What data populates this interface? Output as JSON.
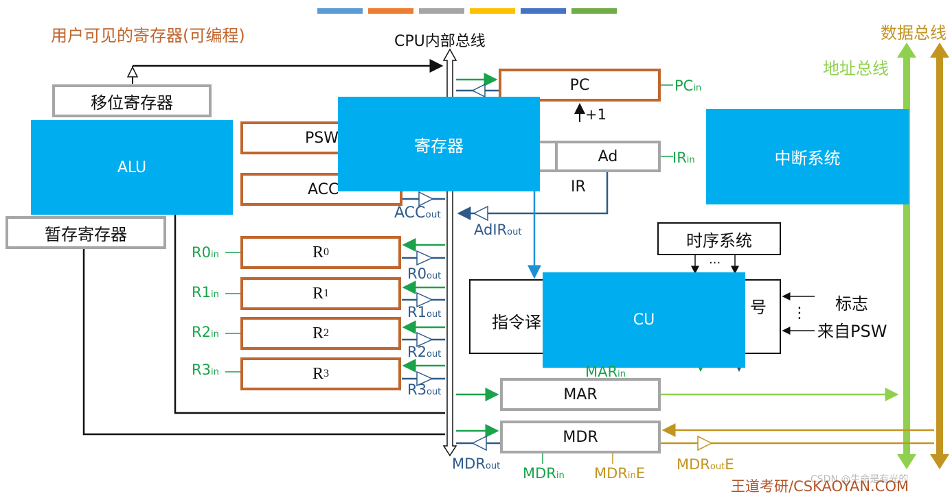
{
  "header": {
    "color_bars": [
      "#5b9bd5",
      "#ed7d31",
      "#a5a5a5",
      "#ffc000",
      "#4472c4",
      "#70ad47"
    ]
  },
  "title_user_visible": "用户可见的寄存器(可编程)",
  "cpu_bus_label": "CPU内部总线",
  "data_bus_label": "数据总线",
  "address_bus_label": "地址总线",
  "shift_register": "移位寄存器",
  "alu": "ALU",
  "temp_register": "暂存寄存器",
  "psw": "PSW",
  "acc": "ACC",
  "acc_out": {
    "base": "ACC",
    "sub": "out"
  },
  "registers_overlay": "寄存器",
  "pc": "PC",
  "pc_in": {
    "base": "PC",
    "sub": "in"
  },
  "plus_one": "+1",
  "ad": "Ad",
  "ir": "IR",
  "ir_in": {
    "base": "IR",
    "sub": "in"
  },
  "adir_out": {
    "base": "AdIR",
    "sub": "out"
  },
  "interrupt_system": "中断系统",
  "timing_system": "时序系统",
  "ellipsis": "...",
  "decoder_partial": "指令译",
  "signal_partial": "号",
  "cu": "CU",
  "flag_label": "标志",
  "from_psw": "来自PSW",
  "vdots": "⋮",
  "general_registers": [
    {
      "name": "R",
      "index": "0",
      "in_base": "R0",
      "out_base": "R0"
    },
    {
      "name": "R",
      "index": "1",
      "in_base": "R1",
      "out_base": "R1"
    },
    {
      "name": "R",
      "index": "2",
      "in_base": "R2",
      "out_base": "R2"
    },
    {
      "name": "R",
      "index": "3",
      "in_base": "R3",
      "out_base": "R3"
    }
  ],
  "sub_in": "in",
  "sub_out": "out",
  "mar": "MAR",
  "mar_in": {
    "base": "MAR",
    "sub": "in"
  },
  "mdr": "MDR",
  "mdr_out": {
    "base": "MDR",
    "sub": "out"
  },
  "mdr_in": {
    "base": "MDR",
    "sub": "in"
  },
  "mdr_in_e": {
    "base": "MDR",
    "sub": "in",
    "suffix": "E"
  },
  "mdr_out_e": {
    "base": "MDR",
    "sub": "out",
    "suffix": "E"
  },
  "footer_brand": "王道考研/CSKAOYAN.COM",
  "watermark": "CSDN @生命是有光的",
  "colors": {
    "orange": "#c0662e",
    "gray": "#a6a6a6",
    "blue": "#00aeef",
    "green": "#1aa34a",
    "navy": "#2d5a8a",
    "gold": "#c29520",
    "light_green": "#8fd14f"
  }
}
